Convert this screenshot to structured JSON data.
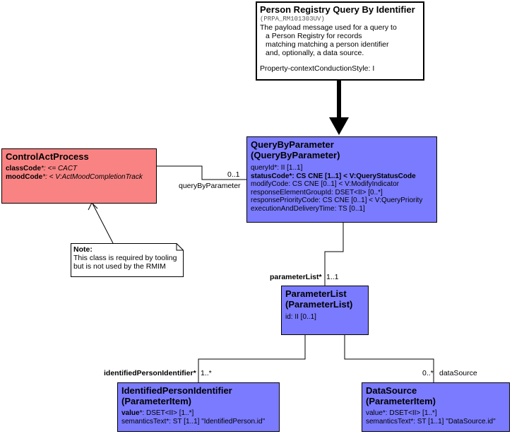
{
  "header": {
    "title": "Person Registry Query By Identifier",
    "id": "(PRPA_RM101303UV)",
    "description": [
      "The payload message used for a query to",
      "a Person Registry for records",
      "matching matching a person identifier",
      "and, optionally, a data source."
    ],
    "style": "Property-contextConductionStyle: I"
  },
  "controlAct": {
    "title": "ControlActProcess",
    "classCode_name": "classCode",
    "classCode_val": "*: <= CACT",
    "moodCode_name": "moodCode",
    "moodCode_val": "*: < V:ActMoodCompletionTrack"
  },
  "note": {
    "title": "Note:",
    "lines": [
      "This class is required by tooling",
      "but is not used by the RMIM"
    ]
  },
  "query": {
    "title1": "QueryByParameter",
    "title2": "(QueryByParameter)",
    "attrs": [
      "queryId*: II [1..1]",
      "statusCode*: CS CNE [1..1] < V:QueryStatusCode",
      "modifyCode: CS CNE [0..1] < V:ModifyIndicator",
      "responseElementGroupId: DSET<II> [0..*]",
      "responsePriorityCode: CS CNE [0..1] < V:QueryPriority",
      "executionAndDeliveryTime: TS [0..1]"
    ]
  },
  "paramList": {
    "title1": "ParameterList",
    "title2": "(ParameterList)",
    "attr": "id: II [0..1]"
  },
  "ipi": {
    "title1": "IdentifiedPersonIdentifier",
    "title2": "(ParameterItem)",
    "value_name": "value",
    "value_rest": "*: DSET<II> [1..*]",
    "sem": "semanticsText*: ST [1..1] \"IdentifiedPerson.id\""
  },
  "ds": {
    "title1": "DataSource",
    "title2": "(ParameterItem)",
    "value": "value*: DSET<II> [1..*]",
    "sem": "semanticsText*: ST [1..1] \"DataSource.id\""
  },
  "labels": {
    "qbp_mult": "0..1",
    "qbp_name": "queryByParameter",
    "pl_name": "parameterList*",
    "pl_mult": "1..1",
    "ipi_name": "identifiedPersonIdentifier*",
    "ipi_mult": "1..*",
    "ds_mult": "0..*",
    "ds_name": "dataSource"
  }
}
